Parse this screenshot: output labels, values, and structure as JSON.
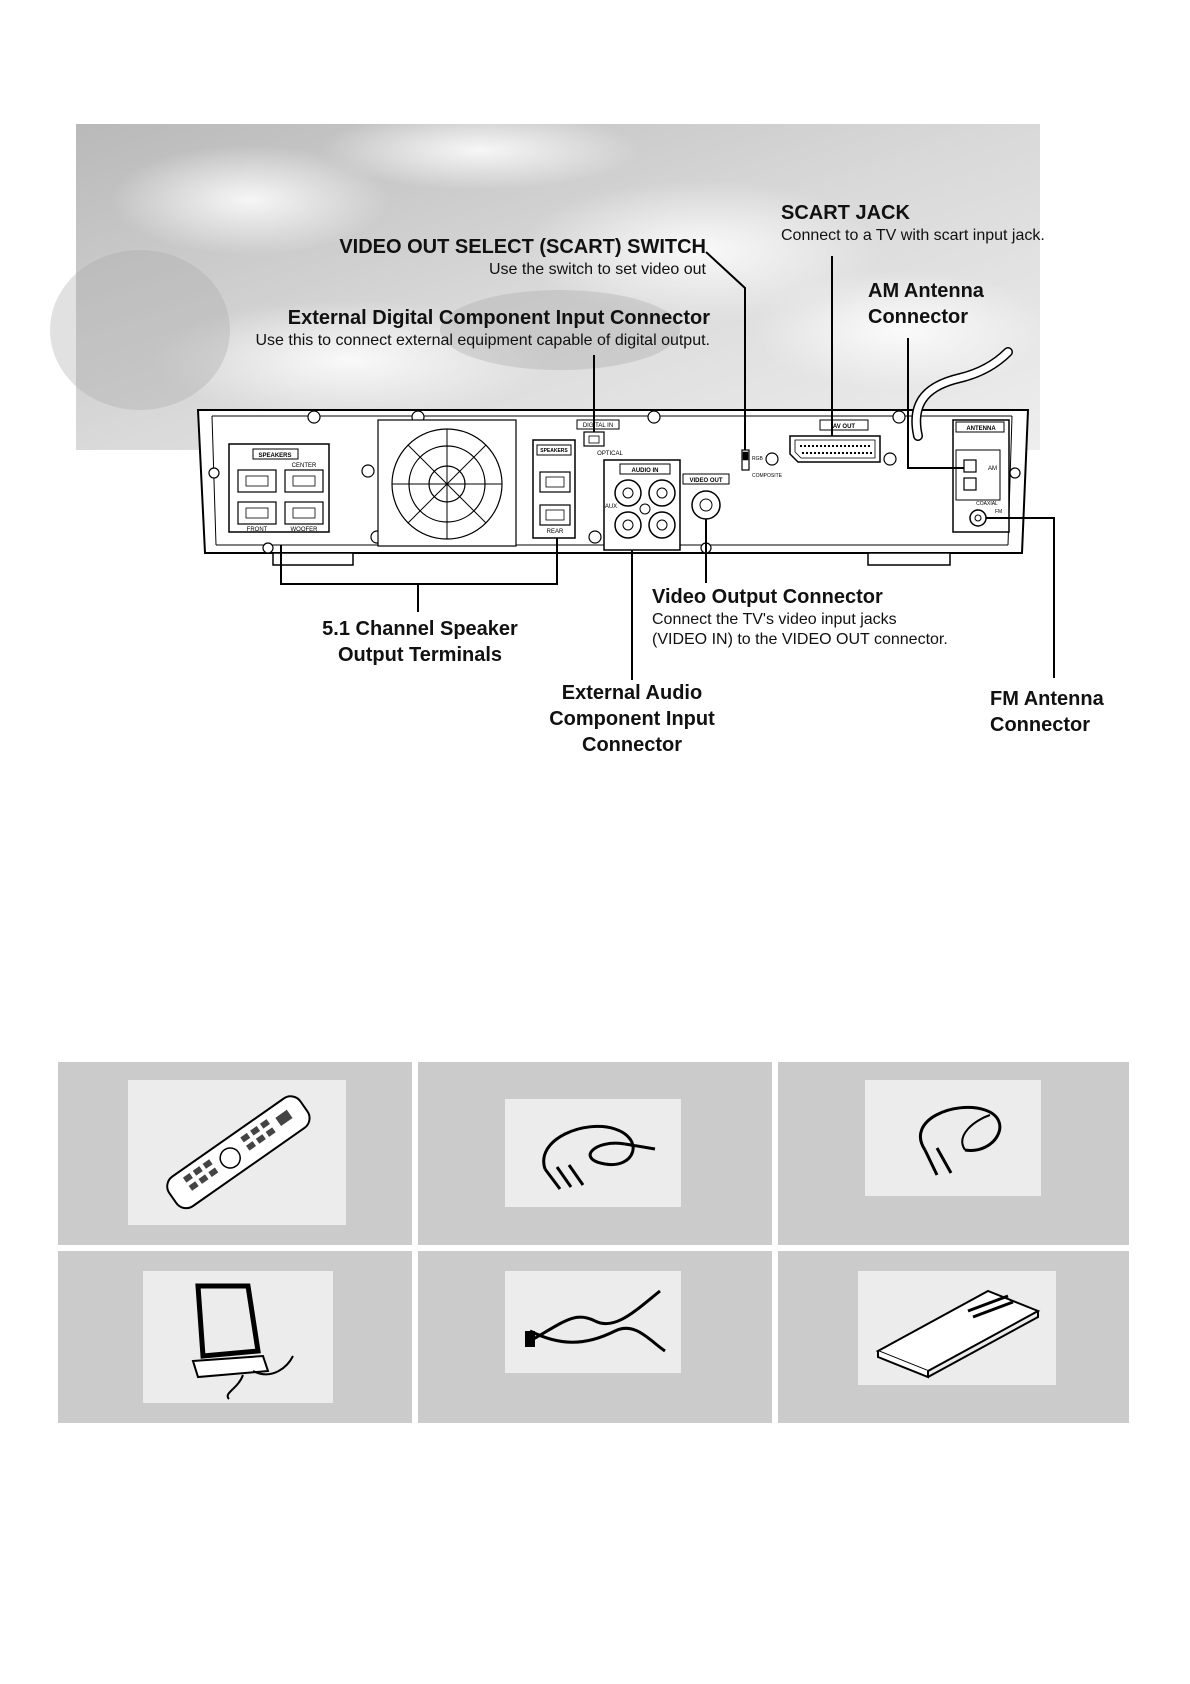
{
  "callouts": {
    "scart_switch": {
      "title": "VIDEO OUT SELECT (SCART) SWITCH",
      "desc": "Use the switch to set video out"
    },
    "digital_input": {
      "title": "External Digital Component Input Connector",
      "desc": "Use this to connect external equipment capable of digital output."
    },
    "scart_jack": {
      "title": "SCART JACK",
      "desc": "Connect to a TV with scart input jack."
    },
    "am_antenna": {
      "title_line1": "AM Antenna",
      "title_line2": "Connector"
    },
    "video_output": {
      "title": "Video Output Connector",
      "desc_line1": "Connect the TV's video input jacks",
      "desc_line2": "(VIDEO IN) to the VIDEO OUT connector."
    },
    "speaker_terminals": {
      "title_line1": "5.1 Channel Speaker",
      "title_line2": "Output Terminals"
    },
    "audio_input": {
      "title_line1": "External Audio",
      "title_line2": "Component Input",
      "title_line3": "Connector"
    },
    "fm_antenna": {
      "title_line1": "FM Antenna",
      "title_line2": "Connector"
    }
  },
  "panel_labels": {
    "speakers": "SPEAKERS",
    "center": "CENTER",
    "front": "FRONT",
    "woofer": "WOOFER",
    "speakers_rear": "SPEAKERS",
    "rear": "REAR",
    "digital_in": "DIGITAL IN",
    "optical": "OPTICAL",
    "audio_in": "AUDIO IN",
    "aux": "AUX",
    "video_out": "VIDEO OUT",
    "rgb": "RGB",
    "composite": "COMPOSITE",
    "av_out": "AV OUT",
    "antenna": "ANTENNA",
    "am": "AM",
    "coaxial": "COAXIAL",
    "fm": "FM"
  },
  "accessories": [
    {
      "icon": "remote-control-icon"
    },
    {
      "icon": "video-cable-icon"
    },
    {
      "icon": "audio-cable-icon"
    },
    {
      "icon": "am-loop-antenna-icon"
    },
    {
      "icon": "fm-antenna-icon"
    },
    {
      "icon": "user-manual-icon"
    }
  ],
  "colors": {
    "background": "#ffffff",
    "cell_background": "#cbcbcb",
    "line": "#000000"
  }
}
